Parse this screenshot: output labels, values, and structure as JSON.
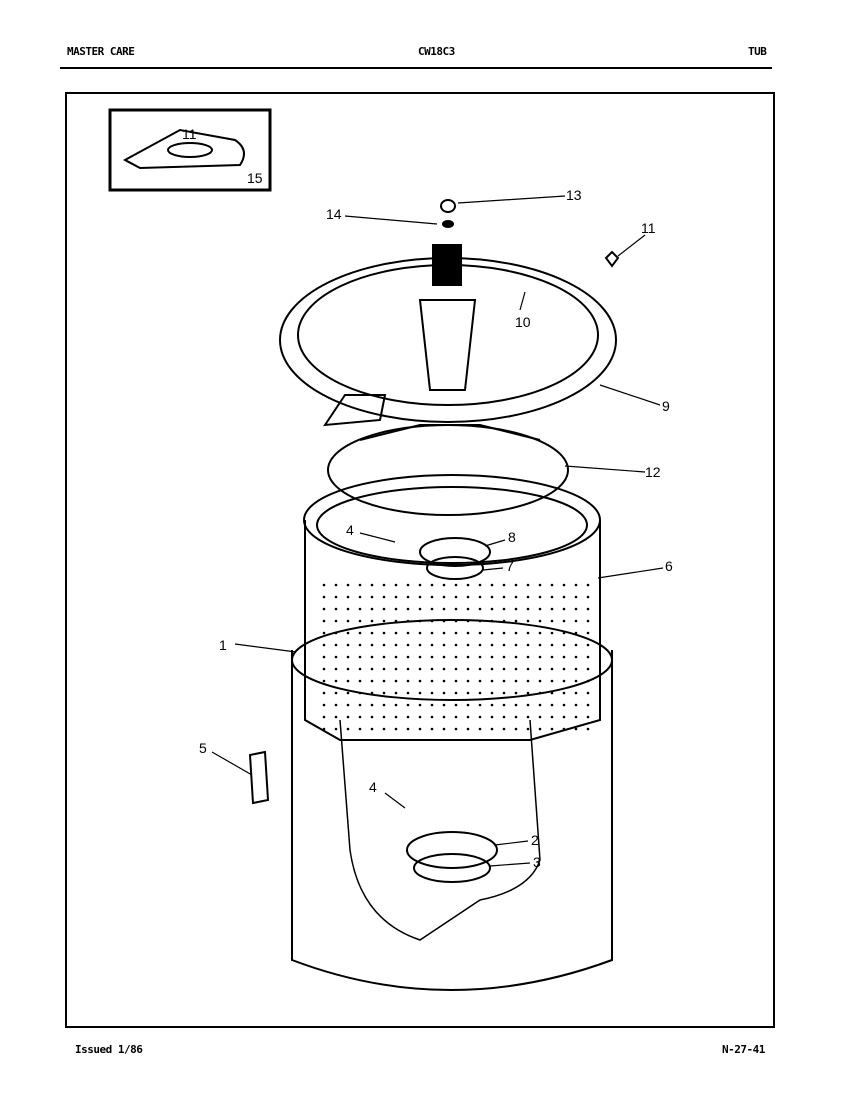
{
  "header": {
    "brand": "MASTER CARE",
    "model": "CW18C3",
    "section": "TUB"
  },
  "footer": {
    "issued": "Issued 1/86",
    "code": "N-27-41"
  },
  "callouts": {
    "p13": "13",
    "p14": "14",
    "p11": "11",
    "p10": "10",
    "p9": "9",
    "p12": "12",
    "p4a": "4",
    "p8": "8",
    "p7": "7",
    "p6": "6",
    "p1": "1",
    "p5": "5",
    "p4b": "4",
    "p2": "2",
    "p3": "3",
    "inset11": "11",
    "inset15": "15"
  }
}
